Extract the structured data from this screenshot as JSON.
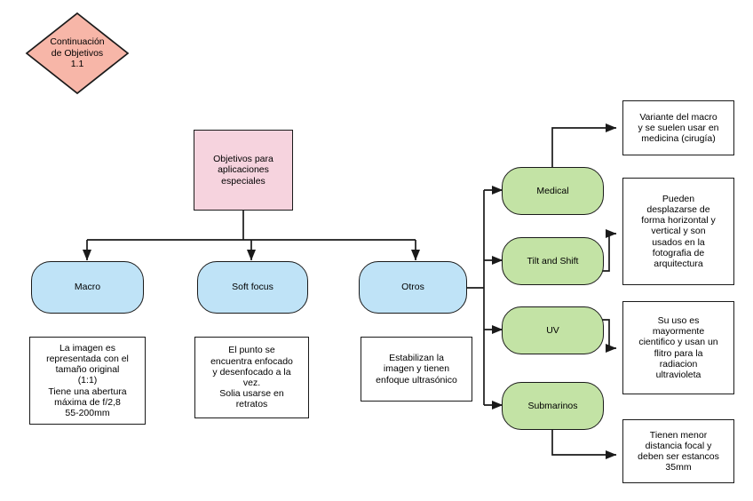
{
  "diagram": {
    "title_node": {
      "id": "continuacion",
      "shape": "diamond",
      "label": "Continuación\nde Objetivos\n1.1",
      "fill": "#f7b6a8",
      "stroke": "#1a1a1a"
    },
    "root": {
      "id": "objetivos",
      "shape": "rectangle",
      "label": "Objetivos para\naplicaciones\nespeciales",
      "fill": "#f6d3de",
      "stroke": "#1a1a1a"
    },
    "branches": [
      {
        "id": "macro",
        "shape": "rounded",
        "label": "Macro",
        "fill": "#bfe3f7",
        "stroke": "#1a1a1a",
        "note": "La imagen es\nrepresentada con el\ntamaño original\n(1:1)\nTiene una abertura\nmáxima de f/2,8\n55-200mm"
      },
      {
        "id": "soft-focus",
        "shape": "rounded",
        "label": "Soft focus",
        "fill": "#bfe3f7",
        "stroke": "#1a1a1a",
        "note": "El  punto se\nencuentra enfocado\ny desenfocado a la\nvez.\nSolia usarse en\nretratos"
      },
      {
        "id": "otros",
        "shape": "rounded",
        "label": "Otros",
        "fill": "#bfe3f7",
        "stroke": "#1a1a1a",
        "note": "Estabilizan la\nimagen y tienen\nenfoque ultrasónico"
      }
    ],
    "otros_children": [
      {
        "id": "medical",
        "shape": "rounded",
        "label": "Medical",
        "fill": "#c3e3a5",
        "stroke": "#1a1a1a",
        "note": "Variante del macro\ny se suelen usar en\nmedicina (cirugía)"
      },
      {
        "id": "tilt-and-shift",
        "shape": "rounded",
        "label": "Tilt and Shift",
        "fill": "#c3e3a5",
        "stroke": "#1a1a1a",
        "note": "Pueden\ndesplazarse de\nforma horizontal y\nvertical y son\nusados en la\nfotografia de\narquitectura"
      },
      {
        "id": "uv",
        "shape": "rounded",
        "label": "UV",
        "fill": "#c3e3a5",
        "stroke": "#1a1a1a",
        "note": "Su uso es\nmayormente\ncientifico y usan un\nflitro para la\nradiacion\nultravioleta"
      },
      {
        "id": "submarinos",
        "shape": "rounded",
        "label": "Submarinos",
        "fill": "#c3e3a5",
        "stroke": "#1a1a1a",
        "note": "Tienen menor\ndistancia focal y\ndeben ser estancos\n35mm"
      }
    ],
    "edge_color": "#1a1a1a"
  }
}
